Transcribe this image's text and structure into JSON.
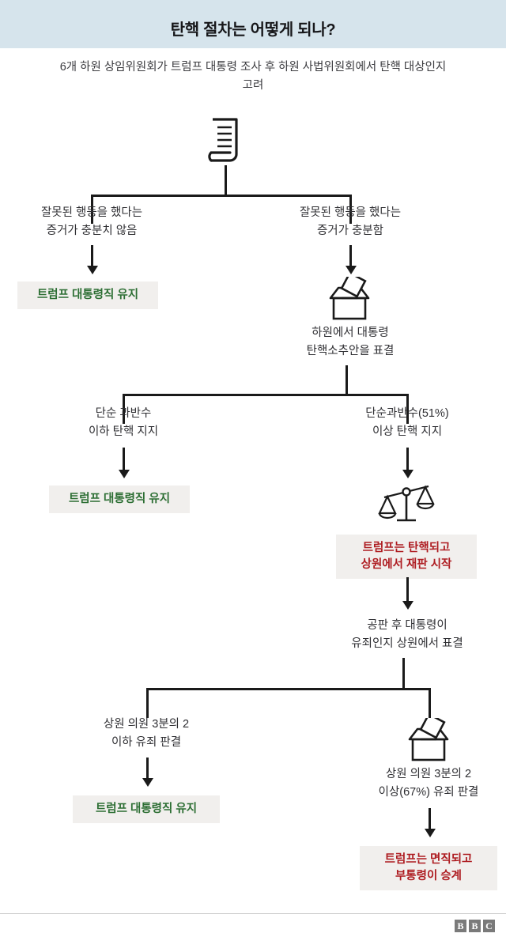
{
  "header": {
    "title": "탄핵 절차는 어떻게 되나?",
    "subtitle": "6개 하원 상임위원회가 트럼프 대통령 조사 후 하원\n사법위원회에서 탄핵 대상인지 고려",
    "band_color": "#d6e4ec"
  },
  "colors": {
    "line": "#1a1a1a",
    "outcome_bg": "#f1efed",
    "green": "#2c6e33",
    "red": "#ae1c21",
    "text": "#2f2f33"
  },
  "flow": {
    "start_icon": "document-icon",
    "branch1": {
      "left_label": "잘못된 행동을 했다는\n증거가 충분치 않음",
      "right_label": "잘못된 행동을 했다는\n증거가 충분함",
      "left_outcome": "트럼프 대통령직 유지",
      "right_icon": "ballot-box-icon",
      "right_node": "하원에서 대통령\n탄핵소추안을 표결"
    },
    "branch2": {
      "left_label": "단순 과반수\n이하 탄핵 지지",
      "right_label": "단순과반수(51%)\n이상 탄핵 지지",
      "left_outcome": "트럼프 대통령직 유지",
      "right_icon": "scales-of-justice-icon",
      "right_outcome": "트럼프는 탄핵되고\n상원에서 재판 시작",
      "right_node": "공판 후 대통령이\n유죄인지 상원에서 표결"
    },
    "branch3": {
      "left_label": "상원 의원 3분의 2\n이하 유죄 판결",
      "right_icon": "ballot-box-icon",
      "right_label": "상원 의원 3분의 2\n이상(67%) 유죄 판결",
      "left_outcome": "트럼프 대통령직 유지",
      "right_outcome": "트럼프는 면직되고\n부통령이 승계"
    }
  },
  "footer": {
    "logo_letters": [
      "B",
      "B",
      "C"
    ]
  }
}
